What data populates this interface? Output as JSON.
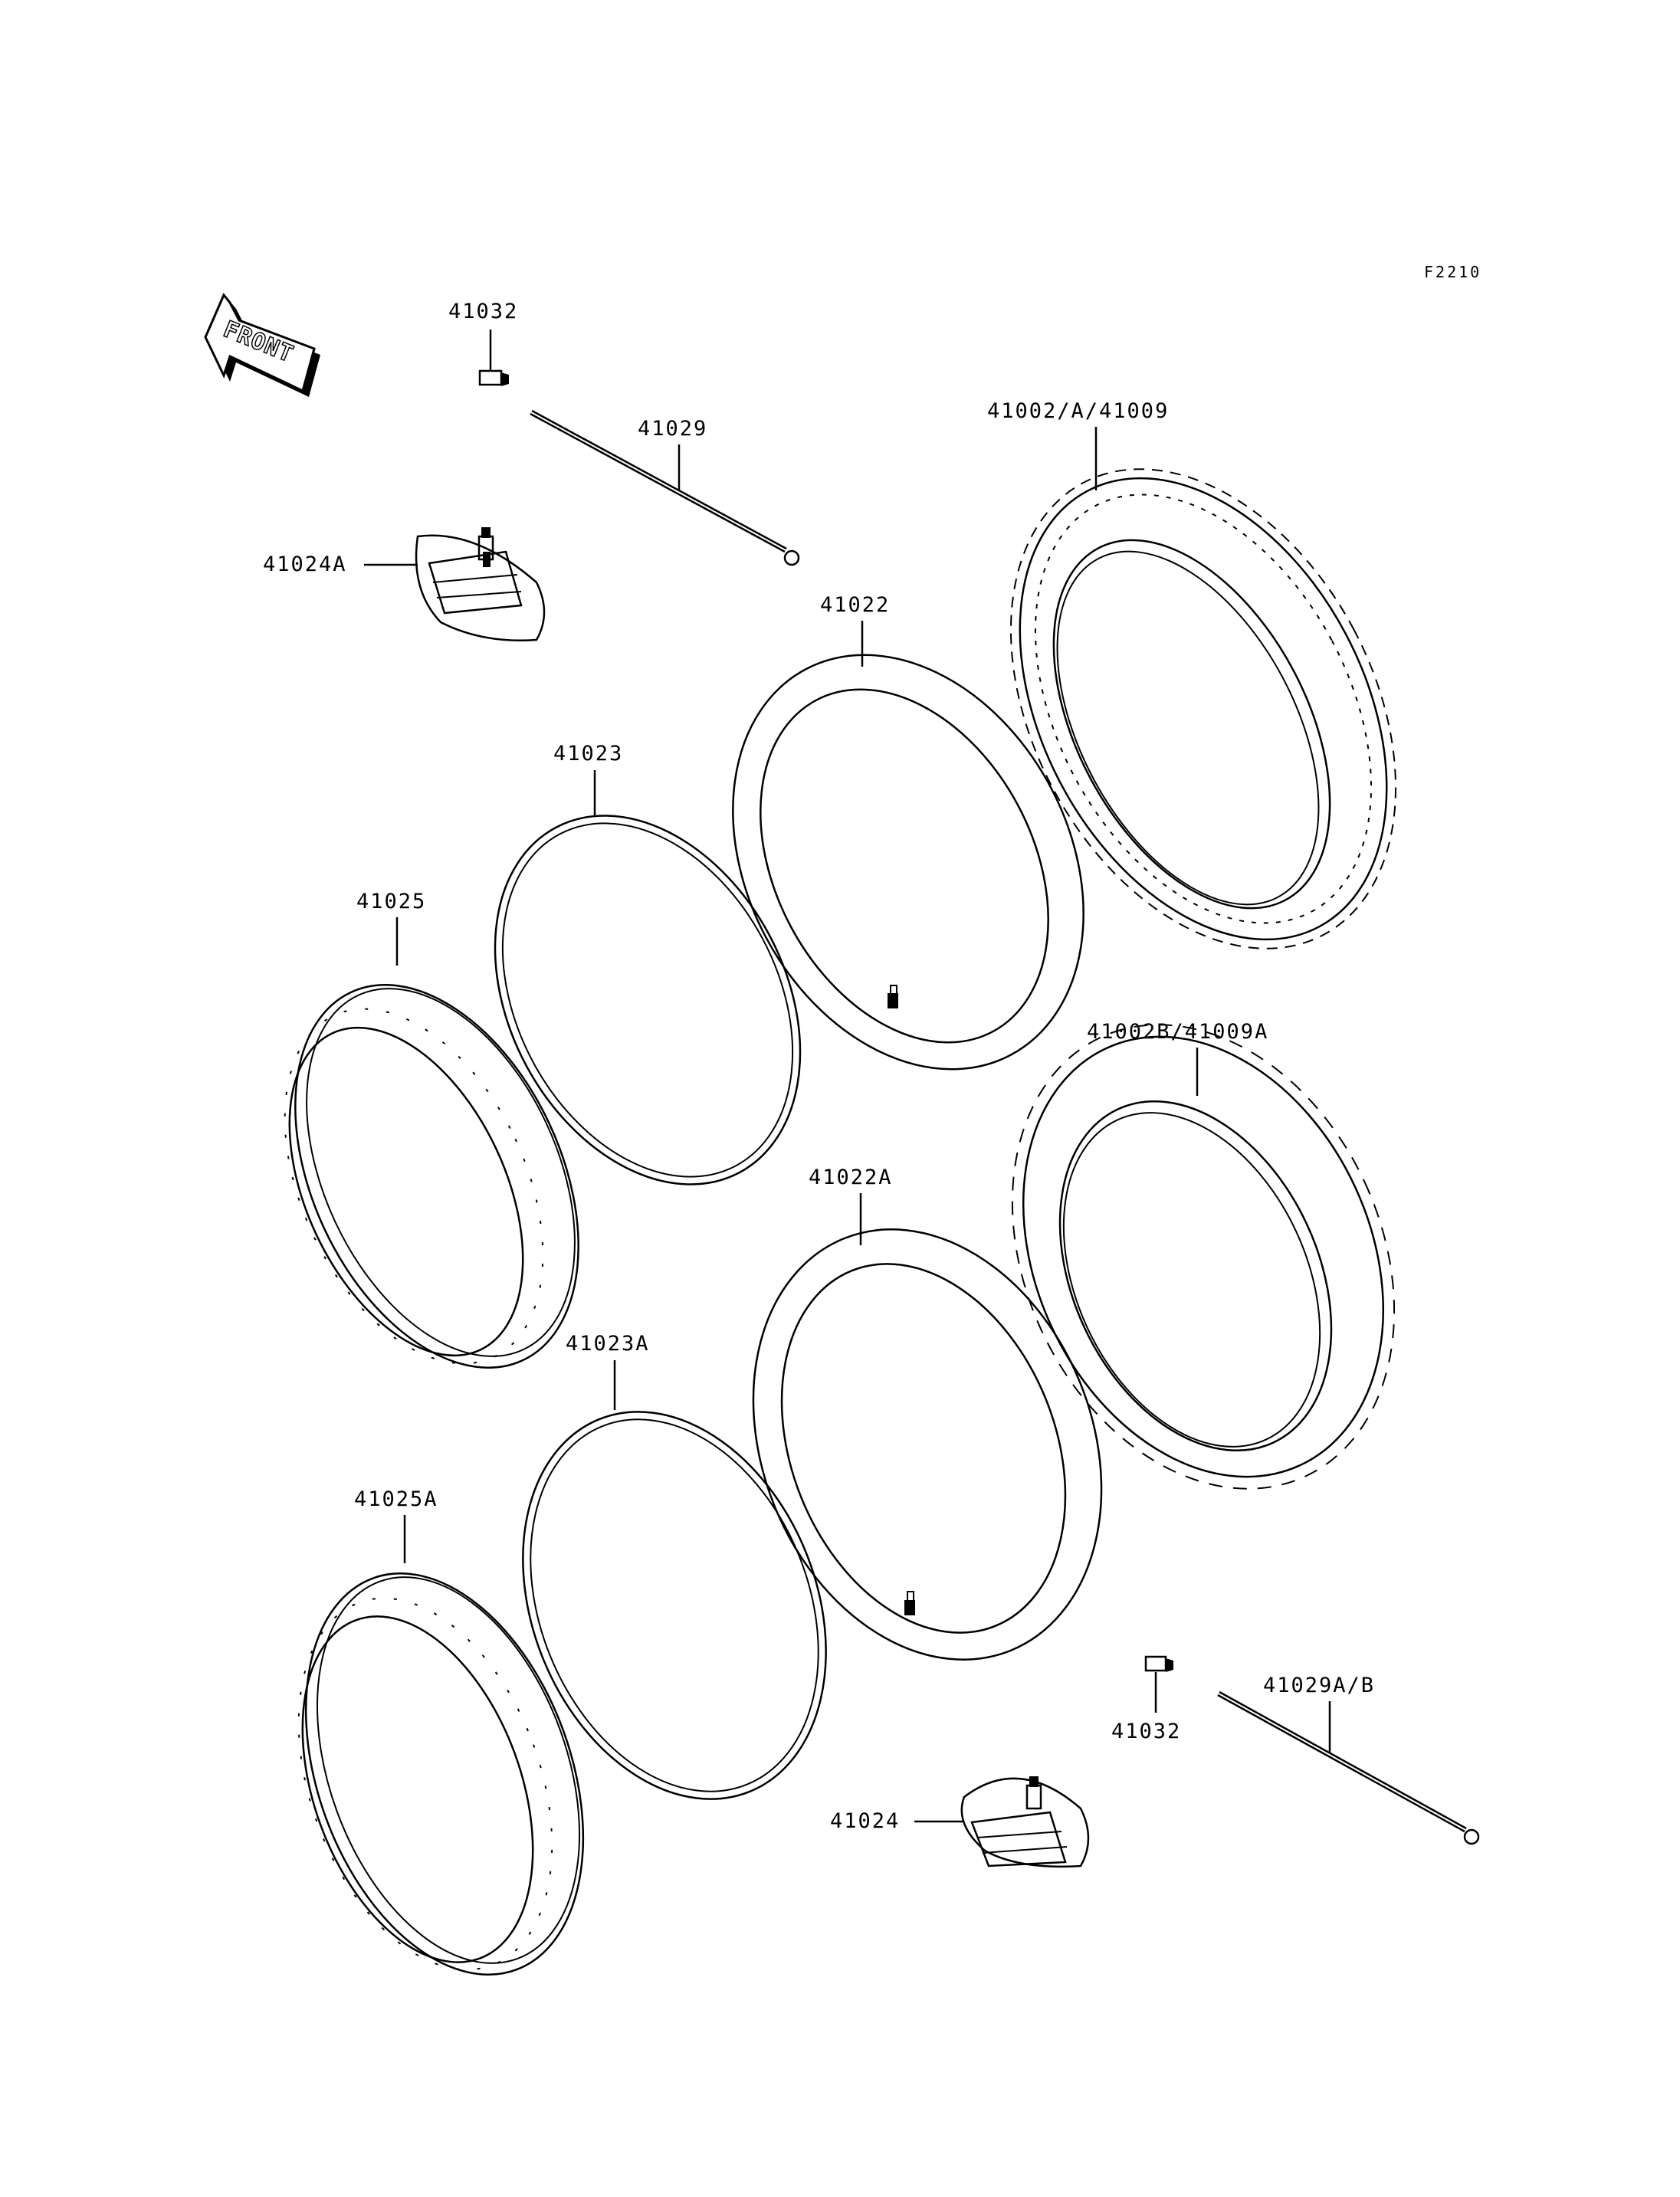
{
  "figure_code": "F2210",
  "front_arrow_label": "FRONT",
  "labels": {
    "valve_cap_top": "41032",
    "spoke_front": "41029",
    "rim_lock_a": "41024A",
    "tire_front": "41002/A/41009",
    "tube_front": "41022",
    "rim_band_front": "41023",
    "rim_front": "41025",
    "tire_rear": "41002B/41009A",
    "tube_rear": "41022A",
    "rim_band_rear": "41023A",
    "rim_rear": "41025A",
    "valve_cap_bottom": "41032",
    "spoke_rear": "41029A/B",
    "rim_lock": "41024"
  }
}
